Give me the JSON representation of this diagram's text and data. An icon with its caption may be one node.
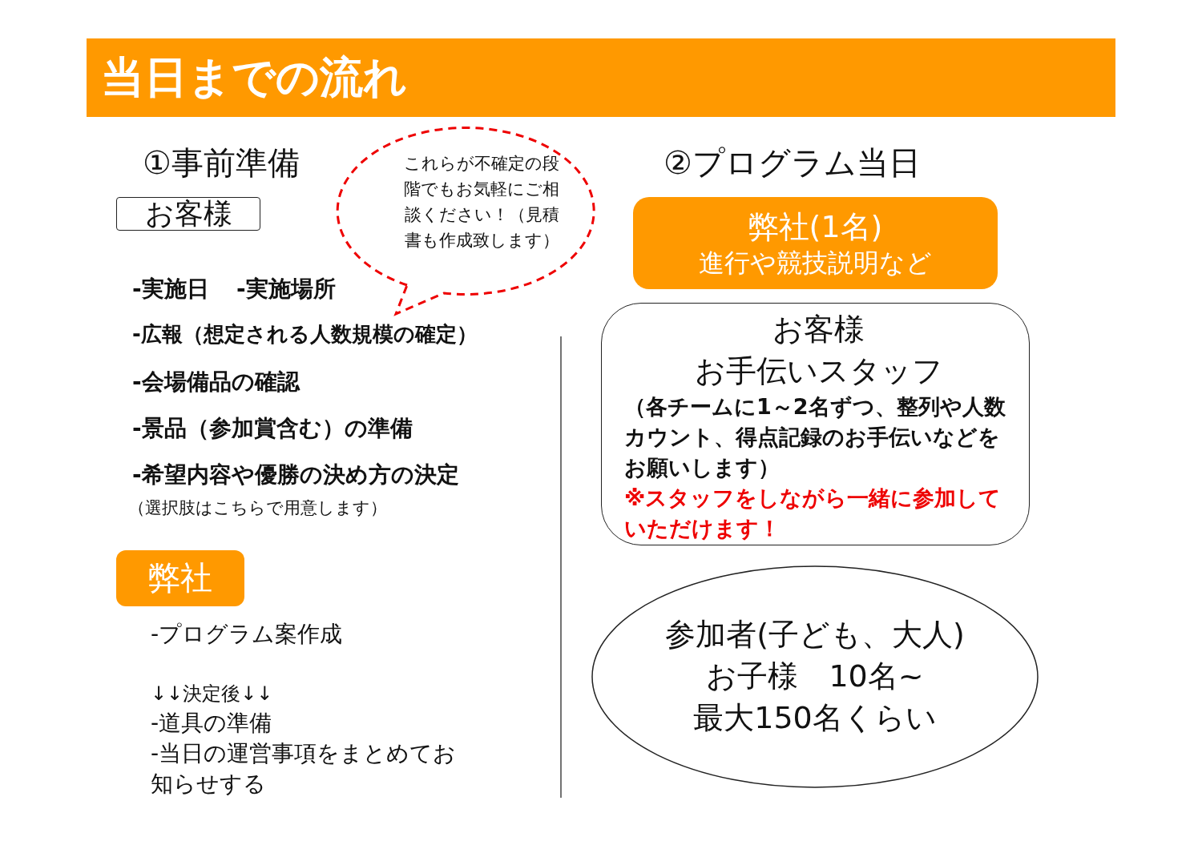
{
  "diagram": {
    "title": "当日までの流れ",
    "nodes": [
      {
        "text": [
          "お客様"
        ]
      },
      {
        "text": [
          "これらが不確定の段階でもお気軽にご相談ください！（見積書も作成致します）"
        ]
      },
      {
        "text": [
          "弊社"
        ]
      },
      {
        "text": [
          "弊社(1名)",
          "進行や競技説明など"
        ]
      },
      {
        "text": [
          "お客様",
          "お手伝いスタッフ",
          "（各チームに1～2名ずつ、整列や人数カウント、得点記録のお手伝いなどをお願いします）",
          "※スタッフをしながら一緒に参加していただけます！"
        ]
      },
      {
        "text": [
          "参加者(子ども、大人)",
          "お子様　10名~",
          "最大150名くらい"
        ]
      }
    ],
    "labels": [
      "①事前準備",
      "②プログラム当日",
      "-実施日",
      "-実施場所",
      "-広報（想定される人数規模の確定）",
      "-会場備品の確認",
      "-景品（参加賞含む）の準備",
      "-希望内容や優勝の決め方の決定",
      "（選択肢はこちらで用意します）",
      "-プログラム案作成",
      "↓↓決定後↓↓",
      "-道具の準備",
      "-当日の運営事項をまとめてお知らせする"
    ]
  }
}
